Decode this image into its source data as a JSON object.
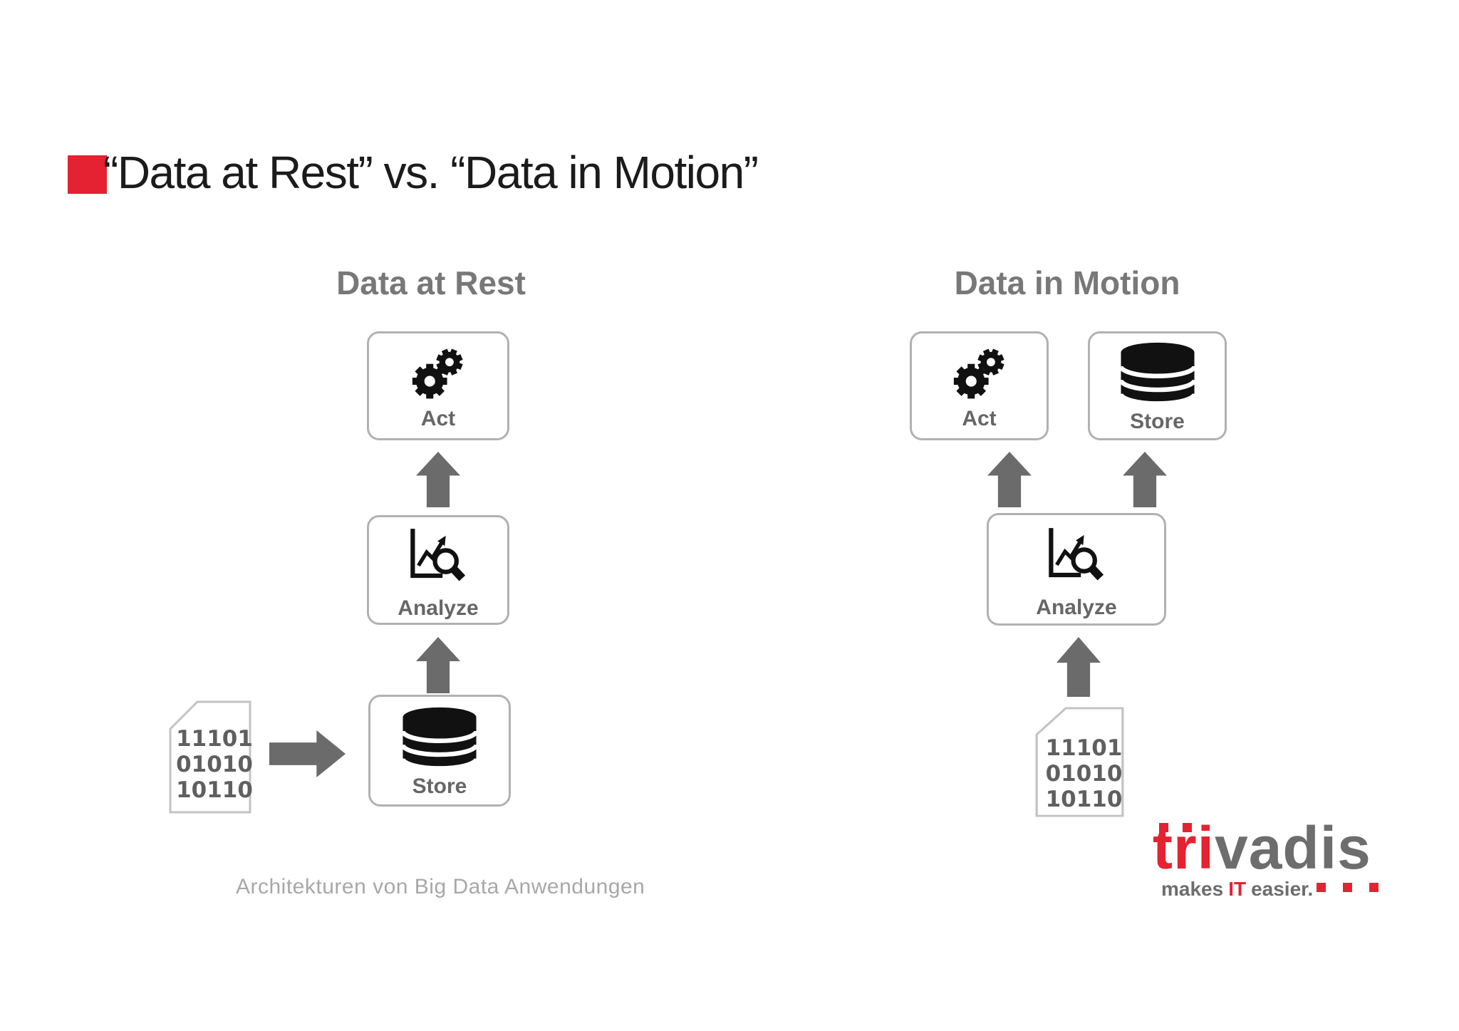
{
  "slide": {
    "title": "“Data at Rest” vs. “Data in Motion”",
    "footer": "Architekturen von Big Data Anwendungen"
  },
  "left": {
    "heading": "Data at Rest",
    "act_label": "Act",
    "analyze_label": "Analyze",
    "store_label": "Store"
  },
  "right": {
    "heading": "Data in Motion",
    "act_label": "Act",
    "analyze_label": "Analyze",
    "store_label": "Store"
  },
  "document": {
    "lines": [
      "11101",
      "01010",
      "10110"
    ]
  },
  "logo": {
    "name_red": "tri",
    "name_gray": "vadis",
    "tagline_pre": "makes",
    "tagline_accent": "IT",
    "tagline_post": "easier."
  },
  "icons": {
    "act": "gears-icon",
    "analyze": "chart-magnifier-icon",
    "store": "database-cylinder-icon",
    "source": "binary-document-icon"
  },
  "colors": {
    "accent_red": "#e42231",
    "title_black": "#1b1b1b",
    "heading_gray": "#787878",
    "label_gray": "#666666",
    "arrow_gray": "#6b6b6b",
    "box_border_gray": "#b1b1b1",
    "footer_gray": "#a8a8a8",
    "logo_gray": "#6d6d6d"
  }
}
